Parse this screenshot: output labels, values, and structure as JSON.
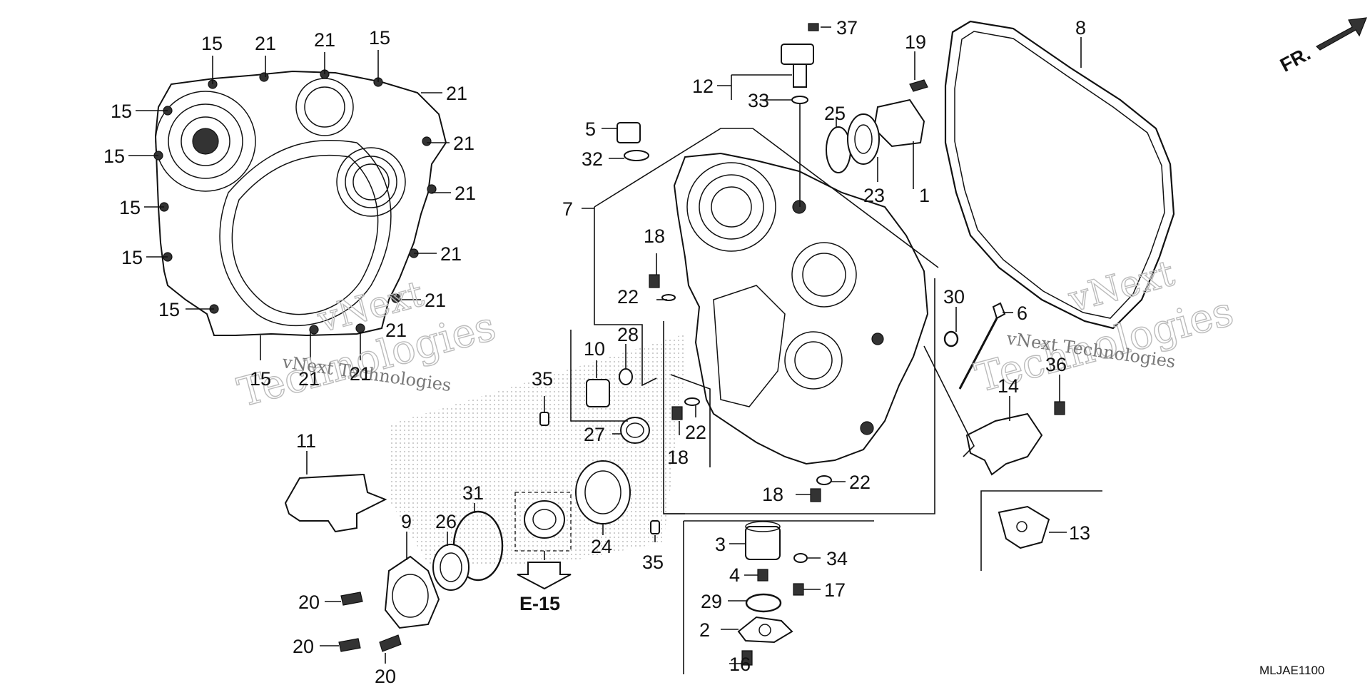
{
  "diagram": {
    "code": "MLJAE1100",
    "direction_label": "FR.",
    "reference_label": "E-15",
    "watermarks": [
      {
        "line1": "vNext",
        "line2": "Technologies",
        "extra": "vNext Technologies"
      },
      {
        "line1": "vNext",
        "line2": "Technologies",
        "extra": "vNext Technologies"
      }
    ],
    "callouts": [
      {
        "id": "c1",
        "text": "1"
      },
      {
        "id": "c2",
        "text": "2"
      },
      {
        "id": "c3",
        "text": "3"
      },
      {
        "id": "c4",
        "text": "4"
      },
      {
        "id": "c5",
        "text": "5"
      },
      {
        "id": "c6",
        "text": "6"
      },
      {
        "id": "c7",
        "text": "7"
      },
      {
        "id": "c8",
        "text": "8"
      },
      {
        "id": "c9",
        "text": "9"
      },
      {
        "id": "c10",
        "text": "10"
      },
      {
        "id": "c11",
        "text": "11"
      },
      {
        "id": "c12",
        "text": "12"
      },
      {
        "id": "c13",
        "text": "13"
      },
      {
        "id": "c14",
        "text": "14"
      },
      {
        "id": "c15a",
        "text": "15"
      },
      {
        "id": "c15b",
        "text": "15"
      },
      {
        "id": "c15c",
        "text": "15"
      },
      {
        "id": "c15d",
        "text": "15"
      },
      {
        "id": "c15e",
        "text": "15"
      },
      {
        "id": "c15f",
        "text": "15"
      },
      {
        "id": "c15g",
        "text": "15"
      },
      {
        "id": "c15h",
        "text": "15"
      },
      {
        "id": "c16",
        "text": "16"
      },
      {
        "id": "c17",
        "text": "17"
      },
      {
        "id": "c18a",
        "text": "18"
      },
      {
        "id": "c18b",
        "text": "18"
      },
      {
        "id": "c18c",
        "text": "18"
      },
      {
        "id": "c19",
        "text": "19"
      },
      {
        "id": "c20a",
        "text": "20"
      },
      {
        "id": "c20b",
        "text": "20"
      },
      {
        "id": "c20c",
        "text": "20"
      },
      {
        "id": "c21a",
        "text": "21"
      },
      {
        "id": "c21b",
        "text": "21"
      },
      {
        "id": "c21c",
        "text": "21"
      },
      {
        "id": "c21d",
        "text": "21"
      },
      {
        "id": "c21e",
        "text": "21"
      },
      {
        "id": "c21f",
        "text": "21"
      },
      {
        "id": "c21g",
        "text": "21"
      },
      {
        "id": "c21h",
        "text": "21"
      },
      {
        "id": "c21i",
        "text": "21"
      },
      {
        "id": "c21j",
        "text": "21"
      },
      {
        "id": "c22a",
        "text": "22"
      },
      {
        "id": "c22b",
        "text": "22"
      },
      {
        "id": "c22c",
        "text": "22"
      },
      {
        "id": "c23",
        "text": "23"
      },
      {
        "id": "c24",
        "text": "24"
      },
      {
        "id": "c25",
        "text": "25"
      },
      {
        "id": "c26",
        "text": "26"
      },
      {
        "id": "c27",
        "text": "27"
      },
      {
        "id": "c28",
        "text": "28"
      },
      {
        "id": "c29",
        "text": "29"
      },
      {
        "id": "c30",
        "text": "30"
      },
      {
        "id": "c31",
        "text": "31"
      },
      {
        "id": "c32",
        "text": "32"
      },
      {
        "id": "c33",
        "text": "33"
      },
      {
        "id": "c34",
        "text": "34"
      },
      {
        "id": "c35a",
        "text": "35"
      },
      {
        "id": "c35b",
        "text": "35"
      },
      {
        "id": "c36",
        "text": "36"
      },
      {
        "id": "c37",
        "text": "37"
      }
    ]
  }
}
